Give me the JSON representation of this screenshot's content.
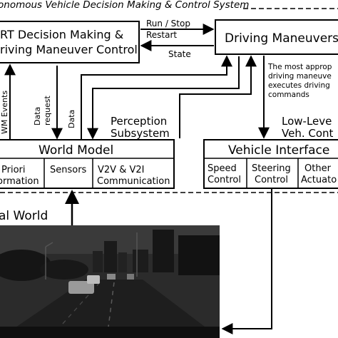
{
  "system_title": "onomous Vehicle Decision Making & Control System",
  "boxes": {
    "decision": {
      "line1": "RT Decision Making &",
      "line2": "riving Maneuver Control"
    },
    "driving": {
      "label": "Driving Maneuvers"
    },
    "world": {
      "label": "World Model"
    },
    "vehicle": {
      "label": "Vehicle Interface"
    }
  },
  "world_cells": {
    "priori": {
      "line1": "Priori",
      "line2": "ormation"
    },
    "sensors": {
      "label": "Sensors"
    },
    "v2v": {
      "line1": "V2V & V2I",
      "line2": "Communication"
    }
  },
  "vehicle_cells": {
    "speed": {
      "line1": "Speed",
      "line2": "Control"
    },
    "steering": {
      "line1": "Steering",
      "line2": "Control"
    },
    "other": {
      "line1": "Other",
      "line2": "Actuato"
    }
  },
  "arrow_labels": {
    "run_stop": "Run / Stop",
    "restart": "Restart",
    "state": "State",
    "wm_events": "WM Events",
    "data_request_1": "Data",
    "data_request_2": "request",
    "data": "Data"
  },
  "annotations": {
    "most_appropriate": [
      "The most approp",
      "driving maneuve",
      "executes driving",
      "commands"
    ],
    "perception_1": "Perception",
    "perception_2": "Subsystem",
    "low_level_1": "Low-Leve",
    "low_level_2": "Veh. Cont"
  },
  "real_world": "al World",
  "colors": {
    "line": "#000000",
    "background": "#ffffff",
    "photo_sky": "#2b2b2b",
    "photo_road": "#1e1e1e"
  }
}
